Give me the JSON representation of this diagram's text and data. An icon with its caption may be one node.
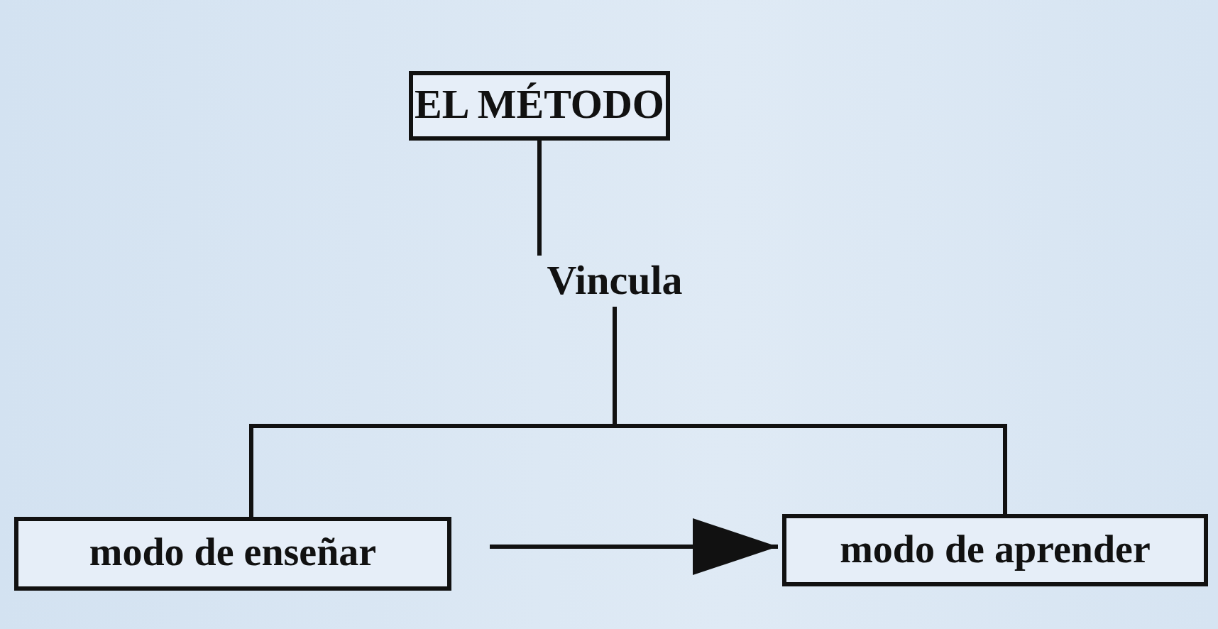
{
  "diagram": {
    "nodes": [
      {
        "text": [
          "EL MÉTODO"
        ]
      },
      {
        "text": [
          "Vincula"
        ]
      },
      {
        "text": [
          "modo de enseñar"
        ]
      },
      {
        "text": [
          "modo de aprender"
        ]
      }
    ],
    "edges": [
      {
        "from": 0,
        "to": 1,
        "arrow": "none"
      },
      {
        "from": 1,
        "to": 2,
        "arrow": "none"
      },
      {
        "from": 1,
        "to": 3,
        "arrow": "none"
      },
      {
        "from": 2,
        "to": 3,
        "arrow": "to"
      }
    ]
  }
}
